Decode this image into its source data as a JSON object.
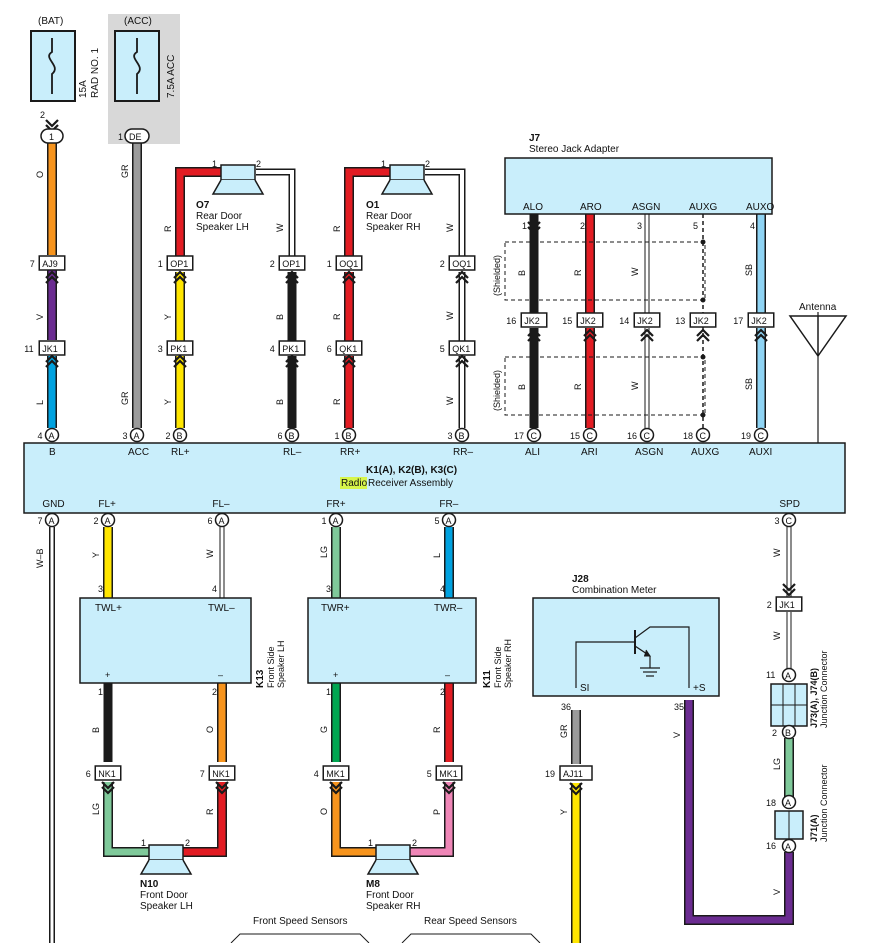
{
  "fuses": {
    "bat": {
      "supply": "(BAT)",
      "rating": "15A",
      "name": "RAD NO. 1",
      "pin_top": "2",
      "pin_conn": "1",
      "conn": "1"
    },
    "acc": {
      "supply": "(ACC)",
      "rating": "7.5A ACC",
      "pin_conn": "1",
      "conn": "DE"
    }
  },
  "speakers_rear": {
    "lh": {
      "id": "O7",
      "line1": "Rear Door",
      "line2": "Speaker LH",
      "p1": "1",
      "p2": "2"
    },
    "rh": {
      "id": "O1",
      "line1": "Rear Door",
      "line2": "Speaker RH",
      "p1": "1",
      "p2": "2"
    }
  },
  "jack": {
    "id": "J7",
    "name": "Stereo Jack Adapter",
    "pins": [
      {
        "label": "ALO",
        "num": "1"
      },
      {
        "label": "ARO",
        "num": "2"
      },
      {
        "label": "ASGN",
        "num": "3"
      },
      {
        "label": "AUXG",
        "num": "5"
      },
      {
        "label": "AUXO",
        "num": "4"
      }
    ]
  },
  "shielded": "(Shielded)",
  "antenna": "Antenna",
  "wire_colors": {
    "O": "O",
    "GR": "GR",
    "V": "V",
    "L": "L",
    "R": "R",
    "Y": "Y",
    "W": "W",
    "B": "B",
    "SB": "SB",
    "LG": "LG",
    "G": "G",
    "P": "P",
    "WB": "W–B"
  },
  "connectors_upper": [
    {
      "pin": "7",
      "name": "AJ9"
    },
    {
      "pin": "11",
      "name": "JK1"
    },
    {
      "pin": "1",
      "name": "OP1"
    },
    {
      "pin": "3",
      "name": "PK1"
    },
    {
      "pin": "2",
      "name": "OP1"
    },
    {
      "pin": "4",
      "name": "PK1"
    },
    {
      "pin": "1",
      "name": "OQ1"
    },
    {
      "pin": "6",
      "name": "QK1"
    },
    {
      "pin": "2",
      "name": "OQ1"
    },
    {
      "pin": "5",
      "name": "QK1"
    },
    {
      "pin": "16",
      "name": "JK2"
    },
    {
      "pin": "15",
      "name": "JK2"
    },
    {
      "pin": "14",
      "name": "JK2"
    },
    {
      "pin": "13",
      "name": "JK2"
    },
    {
      "pin": "17",
      "name": "JK2"
    }
  ],
  "receiver": {
    "title": "K1(A), K2(B), K3(C)",
    "name_highlight": "Radio",
    "name_rest": " Receiver Assembly",
    "top_pins": [
      {
        "num": "4",
        "conn": "A",
        "label": "B"
      },
      {
        "num": "3",
        "conn": "A",
        "label": "ACC"
      },
      {
        "num": "2",
        "conn": "B",
        "label": "RL+"
      },
      {
        "num": "6",
        "conn": "B",
        "label": "RL–"
      },
      {
        "num": "1",
        "conn": "B",
        "label": "RR+"
      },
      {
        "num": "3",
        "conn": "B",
        "label": "RR–"
      },
      {
        "num": "17",
        "conn": "C",
        "label": "ALI"
      },
      {
        "num": "15",
        "conn": "C",
        "label": "ARI"
      },
      {
        "num": "16",
        "conn": "C",
        "label": "ASGN"
      },
      {
        "num": "18",
        "conn": "C",
        "label": "AUXG"
      },
      {
        "num": "19",
        "conn": "C",
        "label": "AUXI"
      }
    ],
    "bottom_pins": [
      {
        "num": "7",
        "conn": "A",
        "label": "GND"
      },
      {
        "num": "2",
        "conn": "A",
        "label": "FL+"
      },
      {
        "num": "6",
        "conn": "A",
        "label": "FL–"
      },
      {
        "num": "1",
        "conn": "A",
        "label": "FR+"
      },
      {
        "num": "5",
        "conn": "A",
        "label": "FR–"
      },
      {
        "num": "3",
        "conn": "C",
        "label": "SPD"
      }
    ]
  },
  "front_boxes": {
    "lh": {
      "id": "K13",
      "line1": "Front Side",
      "line2": "Speaker LH",
      "plus": "TWL+",
      "minus": "TWL–",
      "in1": "3",
      "in2": "4",
      "out1": "1",
      "out2": "2",
      "sym_plus": "+",
      "sym_minus": "–"
    },
    "rh": {
      "id": "K11",
      "line1": "Front Side",
      "line2": "Speaker RH",
      "plus": "TWR+",
      "minus": "TWR–",
      "in1": "3",
      "in2": "4",
      "out1": "1",
      "out2": "2",
      "sym_plus": "+",
      "sym_minus": "–"
    }
  },
  "lower_connectors": [
    {
      "pin": "6",
      "name": "NK1"
    },
    {
      "pin": "7",
      "name": "NK1"
    },
    {
      "pin": "4",
      "name": "MK1"
    },
    {
      "pin": "5",
      "name": "MK1"
    },
    {
      "pin": "19",
      "name": "AJ11"
    },
    {
      "pin": "2",
      "name": "JK1"
    }
  ],
  "front_speakers": {
    "lh": {
      "id": "N10",
      "line1": "Front Door",
      "line2": "Speaker LH",
      "p1": "1",
      "p2": "2"
    },
    "rh": {
      "id": "M8",
      "line1": "Front Door",
      "line2": "Speaker RH",
      "p1": "1",
      "p2": "2"
    }
  },
  "meter": {
    "id": "J28",
    "name": "Combination Meter",
    "si": "SI",
    "ps": "+S",
    "pin_si": "36",
    "pin_ps": "35"
  },
  "junctions": {
    "j73": {
      "id": "J73(A), J74(B)",
      "name": "Junction Connector",
      "pin_top": "11",
      "conn_top": "A",
      "pin_bot": "2",
      "conn_bot": "B"
    },
    "j71": {
      "id": "J71(A)",
      "name": "Junction Connector",
      "pin_top": "18",
      "conn_top": "A",
      "pin_bot": "16",
      "conn_bot": "A"
    }
  },
  "sensors": {
    "front": "Front Speed Sensors",
    "rear": "Rear Speed Sensors"
  },
  "colors": {
    "orange": "#f7941d",
    "gray": "#9b9b9b",
    "purple": "#6b2c91",
    "blue": "#00a2e0",
    "red": "#e21c23",
    "yellow": "#ffe600",
    "black": "#1a1a1a",
    "white_wire": "#ffffff",
    "skyblue": "#8fd4f4",
    "lightgreen": "#7fc99a",
    "green": "#00a651",
    "pink": "#ef86b7",
    "box_fill": "#c9eefb",
    "shade": "#d8d8d8",
    "highlight": "#d7f54a"
  }
}
